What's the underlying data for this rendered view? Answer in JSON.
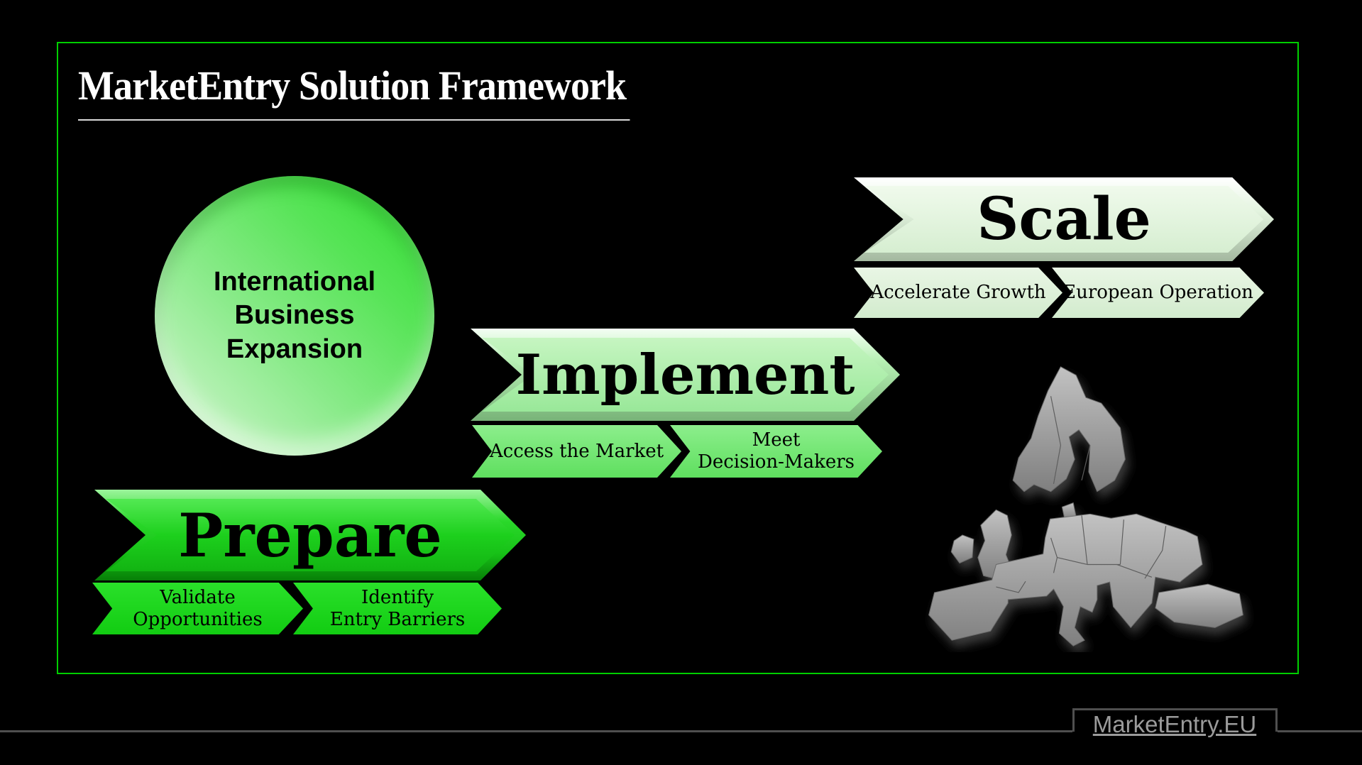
{
  "slide": {
    "title": "MarketEntry Solution Framework",
    "border_color": "#00cf00",
    "background_color": "#000000"
  },
  "hub": {
    "lines": [
      "International",
      "Business",
      "Expansion"
    ],
    "color_bright": "#2edd2e",
    "color_pale": "#dbf7d8"
  },
  "stages": [
    {
      "label": "Prepare",
      "color": "#1dd01d",
      "substeps": [
        {
          "lines": [
            "Validate",
            "Opportunities"
          ]
        },
        {
          "lines": [
            "Identify",
            "Entry Barriers"
          ]
        }
      ]
    },
    {
      "label": "Implement",
      "color": "#a5eca5",
      "substeps": [
        {
          "lines": [
            "Access the Market"
          ]
        },
        {
          "lines": [
            "Meet",
            "Decision-Makers"
          ]
        }
      ]
    },
    {
      "label": "Scale",
      "color": "#ddf0d9",
      "substeps": [
        {
          "lines": [
            "Accelerate Growth"
          ]
        },
        {
          "lines": [
            "European Operation"
          ]
        }
      ]
    }
  ],
  "map": {
    "label": "europe-map",
    "color": "#9a9a9a"
  },
  "footer": {
    "logo": "MarketEntry.EU"
  }
}
